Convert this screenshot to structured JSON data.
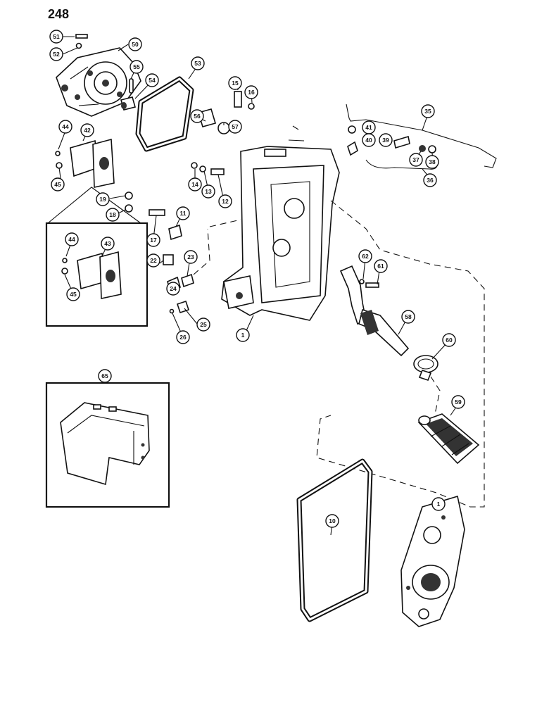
{
  "page": {
    "number": "248"
  },
  "callouts": [
    {
      "id": "c51",
      "label": "51"
    },
    {
      "id": "c52",
      "label": "52"
    },
    {
      "id": "c50",
      "label": "50"
    },
    {
      "id": "c55",
      "label": "55"
    },
    {
      "id": "c54",
      "label": "54"
    },
    {
      "id": "c53",
      "label": "53"
    },
    {
      "id": "c44a",
      "label": "44"
    },
    {
      "id": "c42",
      "label": "42"
    },
    {
      "id": "c45a",
      "label": "45"
    },
    {
      "id": "c19",
      "label": "19"
    },
    {
      "id": "c18",
      "label": "18"
    },
    {
      "id": "c44b",
      "label": "44"
    },
    {
      "id": "c43",
      "label": "43"
    },
    {
      "id": "c45b",
      "label": "45"
    },
    {
      "id": "c15",
      "label": "15"
    },
    {
      "id": "c16",
      "label": "16"
    },
    {
      "id": "c56",
      "label": "56"
    },
    {
      "id": "c57",
      "label": "57"
    },
    {
      "id": "c14",
      "label": "14"
    },
    {
      "id": "c13",
      "label": "13"
    },
    {
      "id": "c12",
      "label": "12"
    },
    {
      "id": "c17",
      "label": "17"
    },
    {
      "id": "c11",
      "label": "11"
    },
    {
      "id": "c22",
      "label": "22"
    },
    {
      "id": "c23",
      "label": "23"
    },
    {
      "id": "c24",
      "label": "24"
    },
    {
      "id": "c25",
      "label": "25"
    },
    {
      "id": "c26",
      "label": "26"
    },
    {
      "id": "c1a",
      "label": "1"
    },
    {
      "id": "c35",
      "label": "35"
    },
    {
      "id": "c41",
      "label": "41"
    },
    {
      "id": "c40",
      "label": "40"
    },
    {
      "id": "c39",
      "label": "39"
    },
    {
      "id": "c37",
      "label": "37"
    },
    {
      "id": "c38",
      "label": "38"
    },
    {
      "id": "c36",
      "label": "36"
    },
    {
      "id": "c62",
      "label": "62"
    },
    {
      "id": "c61",
      "label": "61"
    },
    {
      "id": "c58",
      "label": "58"
    },
    {
      "id": "c60",
      "label": "60"
    },
    {
      "id": "c59",
      "label": "59"
    },
    {
      "id": "c65",
      "label": "65"
    },
    {
      "id": "c10",
      "label": "10"
    },
    {
      "id": "c1b",
      "label": "1"
    }
  ]
}
